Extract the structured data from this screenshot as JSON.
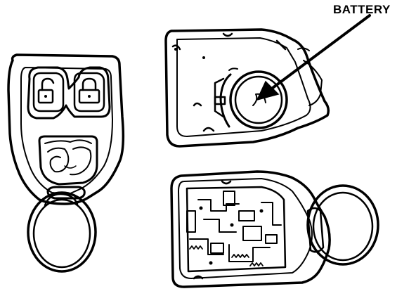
{
  "callout": {
    "label": "BATTERY"
  },
  "components": {
    "fob_closed": "key-fob-closed",
    "fob_battery_half": "key-fob-battery-half",
    "fob_circuit_half": "key-fob-circuit-half"
  },
  "colors": {
    "ink": "#000000",
    "paper": "#ffffff"
  }
}
